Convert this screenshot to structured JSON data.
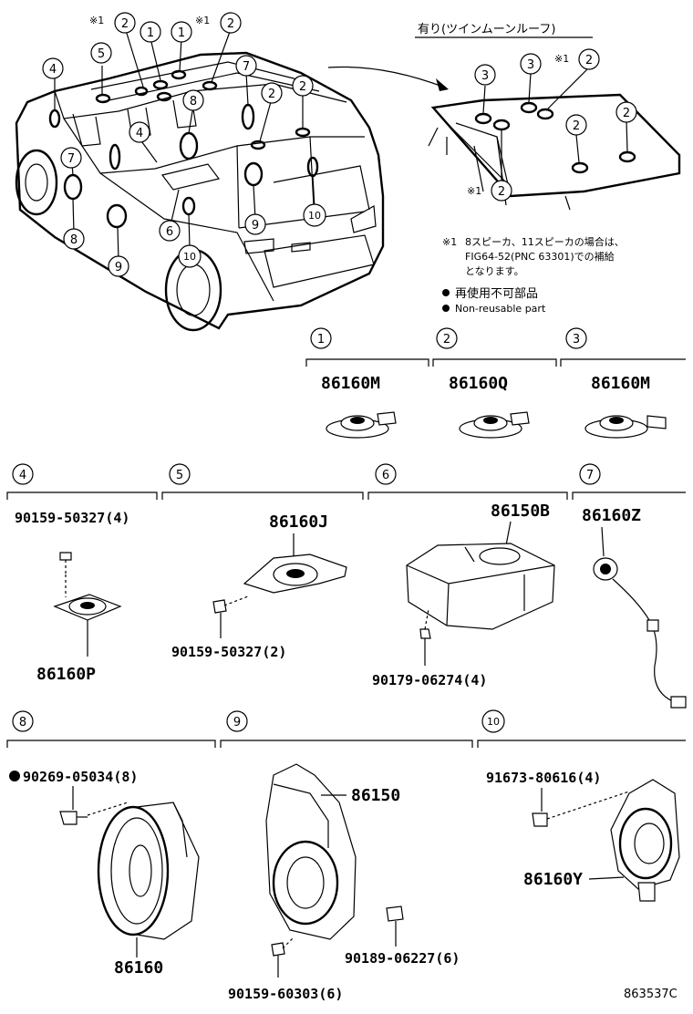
{
  "title_variant": "有り(ツインムーンルーフ)",
  "note": {
    "mark": "※1",
    "line1": "8スピーカ、11スピーカの場合は、",
    "line2": "FIG64-52(PNC 63301)での補給",
    "line3": "となります。"
  },
  "legend": {
    "jp": "再使用不可部品",
    "en": "Non-reusable part"
  },
  "asterisk": "※1",
  "callouts": [
    "1",
    "2",
    "3",
    "4",
    "5",
    "6",
    "7",
    "8",
    "9",
    "10"
  ],
  "parts": {
    "p1": "86160M",
    "p2": "86160Q",
    "p3": "86160M",
    "p4_bolt": "90159-50327(4)",
    "p4": "86160P",
    "p5": "86160J",
    "p5_bolt": "90159-50327(2)",
    "p6": "86150B",
    "p6_nut": "90179-06274(4)",
    "p7": "86160Z",
    "p8_screw": "90269-05034(8)",
    "p8": "86160",
    "p9": "86150",
    "p9_clip": "90189-06227(6)",
    "p9_bolt": "90159-60303(6)",
    "p10_bolt": "91673-80616(4)",
    "p10": "86160Y"
  },
  "figure_code": "863537C"
}
